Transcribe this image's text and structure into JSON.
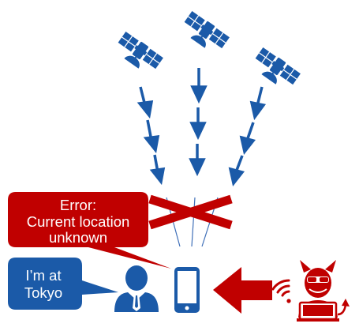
{
  "error_bubble": {
    "lines": [
      "Error:",
      "Current location",
      "unknown"
    ]
  },
  "user_bubble": {
    "lines": [
      "I’m at",
      "Tokyo"
    ]
  },
  "icons": {
    "satellites": [
      "satellite-icon",
      "satellite-icon",
      "satellite-icon"
    ],
    "person": "person-icon",
    "phone": "smartphone-icon",
    "hacker": "hacker-devil-icon",
    "wireless": "wireless-signal-icon",
    "jam": "red-x-icon",
    "attack_arrow": "red-arrow-icon"
  },
  "colors": {
    "blue": "#1b5aa8",
    "red": "#c00000",
    "thin_line": "#3f6fb8"
  }
}
